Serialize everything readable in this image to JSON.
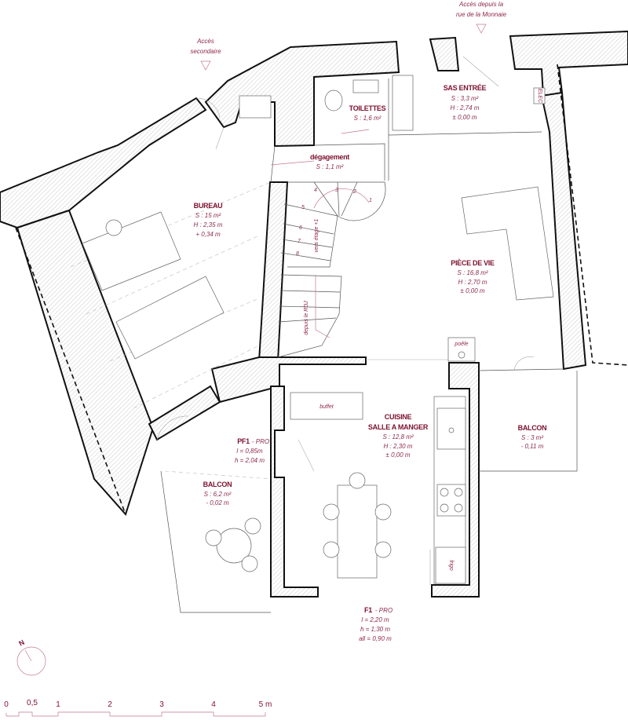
{
  "accesses": {
    "secondary": [
      "Accès",
      "secondaire"
    ],
    "main": [
      "Accès depuis la",
      "rue de la Monnaie"
    ]
  },
  "rooms": {
    "toilettes": {
      "name": "TOILETTES",
      "area": "S : 1,6 m²"
    },
    "sas": {
      "name": "SAS ENTRÉE",
      "area": "S : 3,3 m²",
      "height": "H : 2,74 m",
      "level": "± 0,00 m"
    },
    "degagement": {
      "name": "dégagement",
      "area": "S : 1,1 m²"
    },
    "bureau": {
      "name": "BUREAU",
      "area": "S : 15 m²",
      "height": "H : 2,35 m",
      "level": "+ 0,34 m"
    },
    "piece_de_vie": {
      "name": "PIÈCE DE VIE",
      "area": "S : 16,8 m²",
      "height": "H : 2,70 m",
      "level": "± 0,00 m"
    },
    "cuisine": {
      "name": "CUISINE",
      "name2": "SALLE A MANGER",
      "area": "S : 12,8 m²",
      "height": "H : 2,30 m",
      "level": "± 0,00 m"
    },
    "balcon_right": {
      "name": "BALCON",
      "area": "S : 3 m²",
      "level": "- 0,11 m"
    },
    "balcon_left": {
      "name": "BALCON",
      "area": "S : 6,2 m²",
      "level": "- 0,02 m"
    }
  },
  "openings": {
    "pf1": {
      "name": "PF1",
      "type": "- PRO",
      "width": "l = 0,85m",
      "height": "h = 2,04 m"
    },
    "f1": {
      "name": "F1",
      "type": "- PRO",
      "width": "l = 2,20 m",
      "height": "h = 1,30 m",
      "sill": "all = 0,90 m"
    }
  },
  "fixtures": {
    "poele": "poêle",
    "buffet": "buffet",
    "frigo": "frigo",
    "elec": "ELEC"
  },
  "stairs": {
    "steps": [
      "1",
      "2",
      "3",
      "4",
      "5",
      "6",
      "7",
      "8"
    ],
    "up": "vers étage +1",
    "down": "depuis le RDJ"
  },
  "compass": {
    "label": "N"
  },
  "scale_bar": {
    "ticks": [
      "0",
      "0,5",
      "1",
      "2",
      "3",
      "4",
      "5 m"
    ]
  },
  "colors": {
    "label": "#7d1230",
    "info": "#8e2a48",
    "wall": "#111111"
  }
}
